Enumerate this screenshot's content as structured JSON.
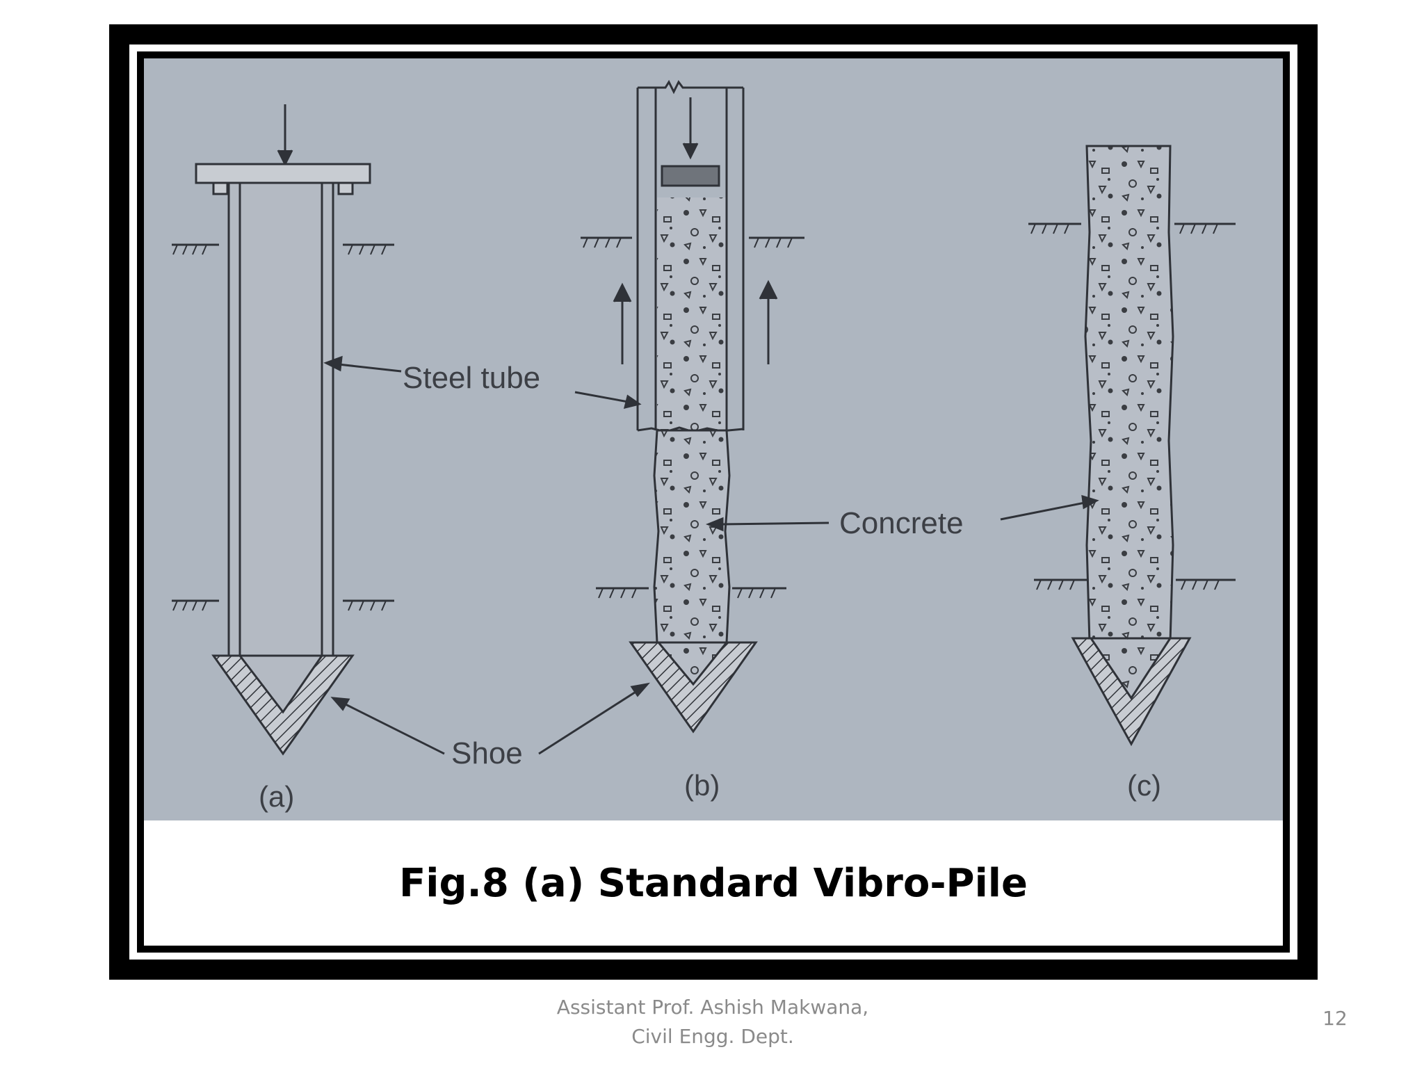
{
  "figure": {
    "caption": "Fig.8 (a) Standard Vibro-Pile",
    "labels": {
      "steel_tube": "Steel tube",
      "concrete": "Concrete",
      "shoe": "Shoe"
    },
    "panels": [
      "(a)",
      "(b)",
      "(c)"
    ]
  },
  "footer": {
    "author_line1": "Assistant Prof. Ashish Makwana,",
    "author_line2": "Civil Engg. Dept.",
    "page_number": "12"
  },
  "colors": {
    "photo_background": "#aeb6c0",
    "ink": "#2f3238",
    "frame": "#000000"
  }
}
